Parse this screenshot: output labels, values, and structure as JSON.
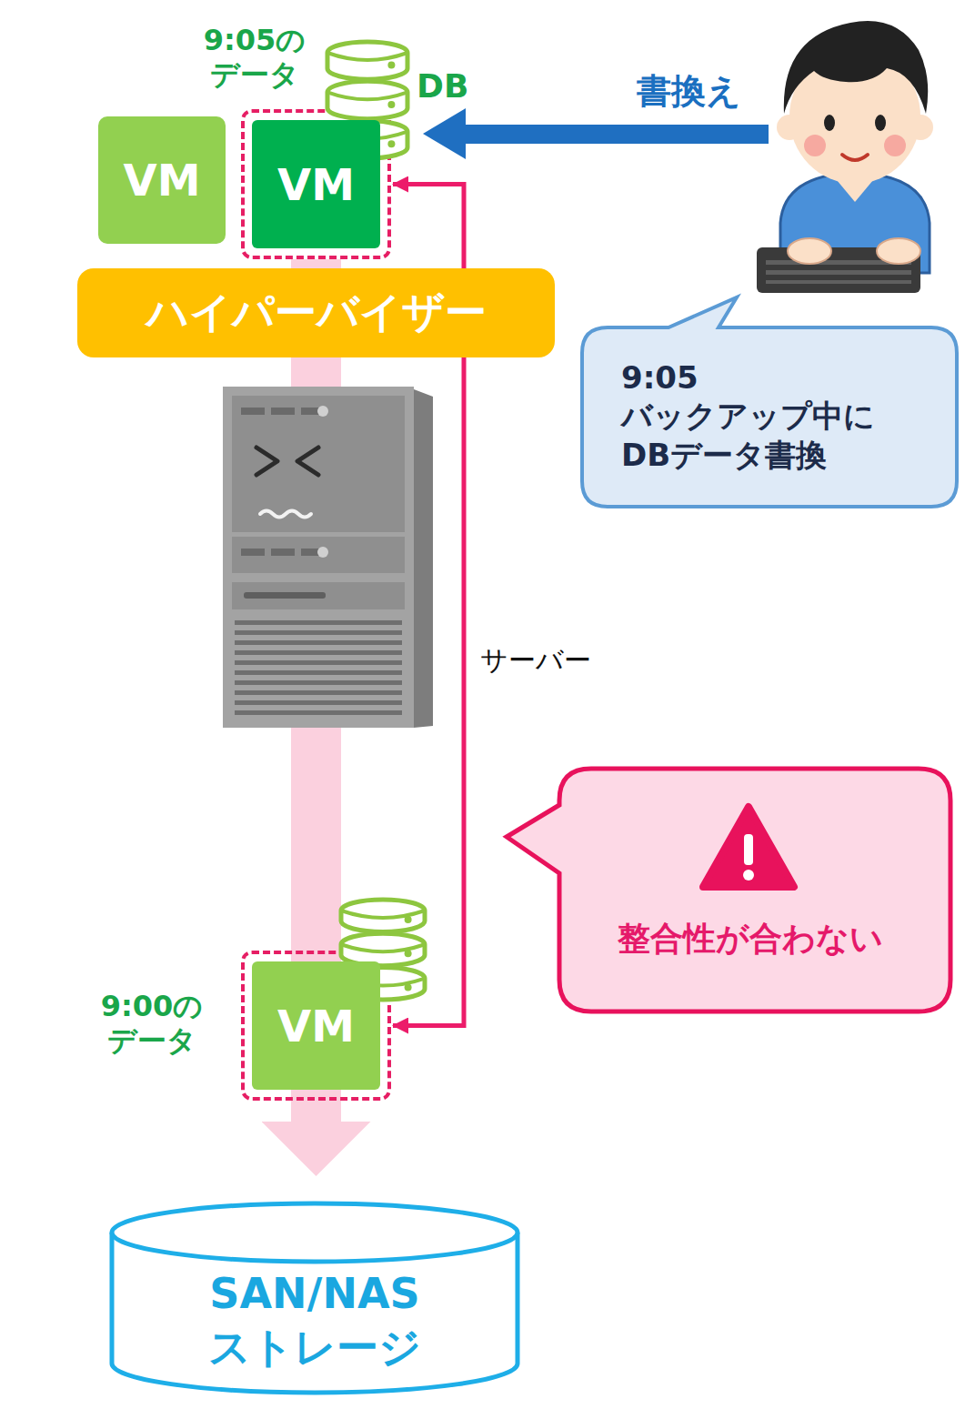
{
  "diagram": {
    "nodes": [
      {
        "text": [
          "VM"
        ]
      },
      {
        "text": [
          "VM"
        ]
      },
      {
        "text": [
          "ハイパーバイザー"
        ]
      },
      {
        "text": [
          "9:05 バックアップ中に DBデータ書換"
        ]
      },
      {
        "text": [
          "整合性が合わない"
        ]
      },
      {
        "text": [
          "VM"
        ]
      },
      {
        "text": [
          "SAN/NAS ストレージ"
        ]
      }
    ],
    "edges": [
      {
        "from": 1,
        "to": 5,
        "arrow": "both"
      },
      {
        "from": 1,
        "to": 6,
        "arrow": "to"
      }
    ],
    "labels": [
      "9:05の データ",
      "DB",
      "書換え",
      "サーバー",
      "9:00の データ"
    ]
  }
}
